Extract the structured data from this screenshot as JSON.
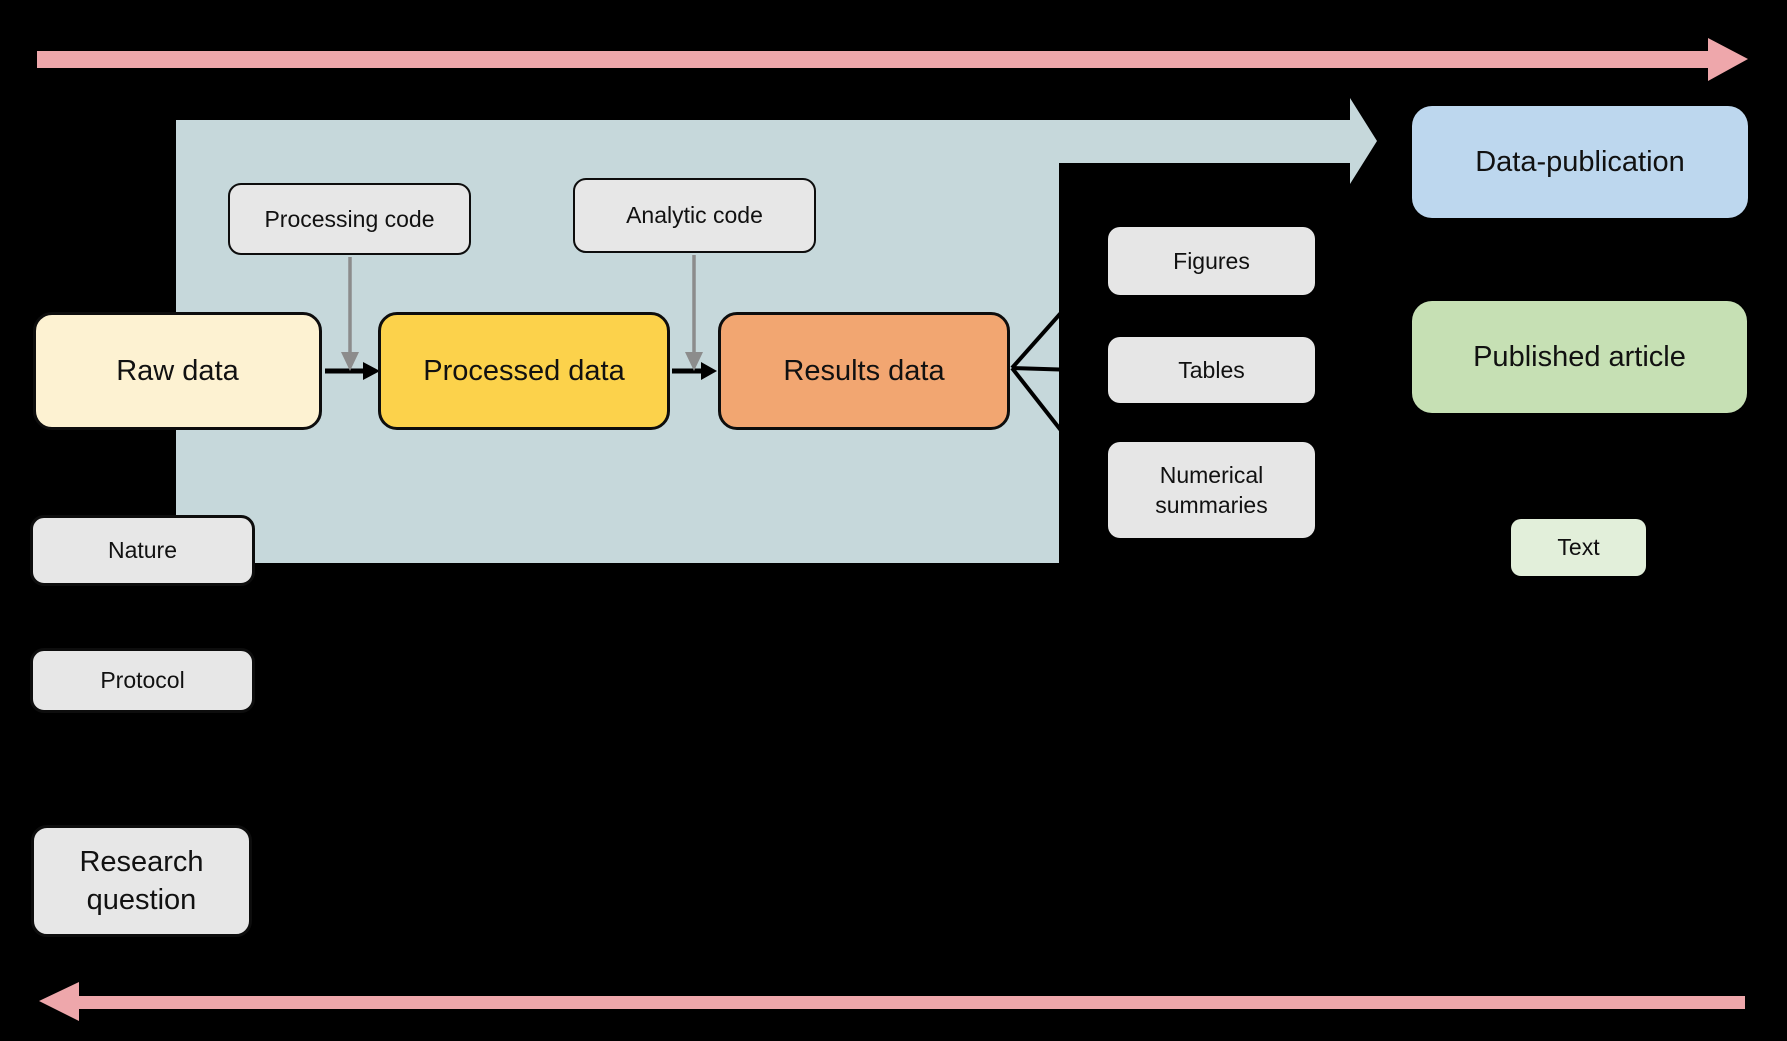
{
  "diagram": {
    "nodes": {
      "processing_code": {
        "label": "Processing code"
      },
      "analytic_code": {
        "label": "Analytic code"
      },
      "raw_data": {
        "label": "Raw data"
      },
      "processed_data": {
        "label": "Processed data"
      },
      "results_data": {
        "label": "Results data"
      },
      "figures": {
        "label": "Figures"
      },
      "tables": {
        "label": "Tables"
      },
      "numerical_summaries": {
        "label": "Numerical summaries"
      },
      "data_publication": {
        "label": "Data-publication"
      },
      "published_article": {
        "label": "Published article"
      },
      "text": {
        "label": "Text"
      },
      "nature": {
        "label": "Nature"
      },
      "protocol": {
        "label": "Protocol"
      },
      "research_question": {
        "label": "Research question"
      }
    },
    "colors": {
      "background": "#000000",
      "pink_arrow": "#eea7ab",
      "container_teal": "#c6d8db",
      "publication_arrow_teal": "#c6d8db",
      "gray_box": "#e7e7e7",
      "raw_data_fill": "#fdf2d2",
      "processed_data_fill": "#fcd24b",
      "results_data_fill": "#f2a671",
      "data_publication_fill": "#bdd7ee",
      "published_article_fill": "#c6e0b4",
      "text_fill": "#e2efda",
      "connector_black": "#000000",
      "connector_gray": "#8c8c8c",
      "box_border": "#0d0d0d"
    }
  }
}
